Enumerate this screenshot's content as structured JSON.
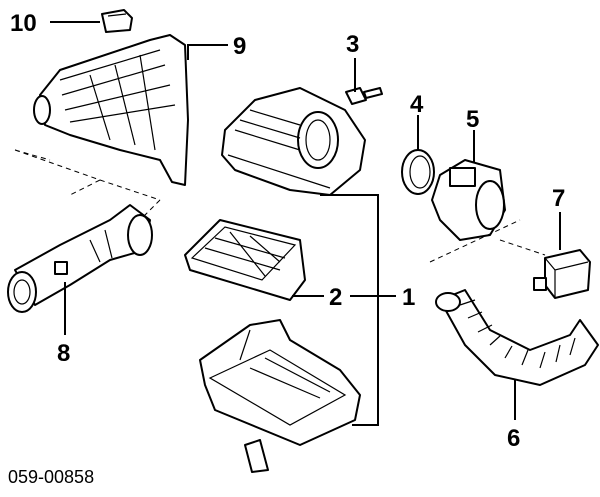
{
  "diagram": {
    "callouts": [
      "1",
      "2",
      "3",
      "4",
      "5",
      "6",
      "7",
      "8",
      "9",
      "10"
    ],
    "diagram_code": "059-00858",
    "parts": [
      {
        "id": "1",
        "name": "air-cleaner-assembly"
      },
      {
        "id": "2",
        "name": "air-filter-element"
      },
      {
        "id": "3",
        "name": "clip"
      },
      {
        "id": "4",
        "name": "o-ring"
      },
      {
        "id": "5",
        "name": "air-flow-meter"
      },
      {
        "id": "6",
        "name": "intake-hose"
      },
      {
        "id": "7",
        "name": "resonator"
      },
      {
        "id": "8",
        "name": "intake-duct"
      },
      {
        "id": "9",
        "name": "resonator-chamber"
      },
      {
        "id": "10",
        "name": "clip"
      }
    ]
  }
}
